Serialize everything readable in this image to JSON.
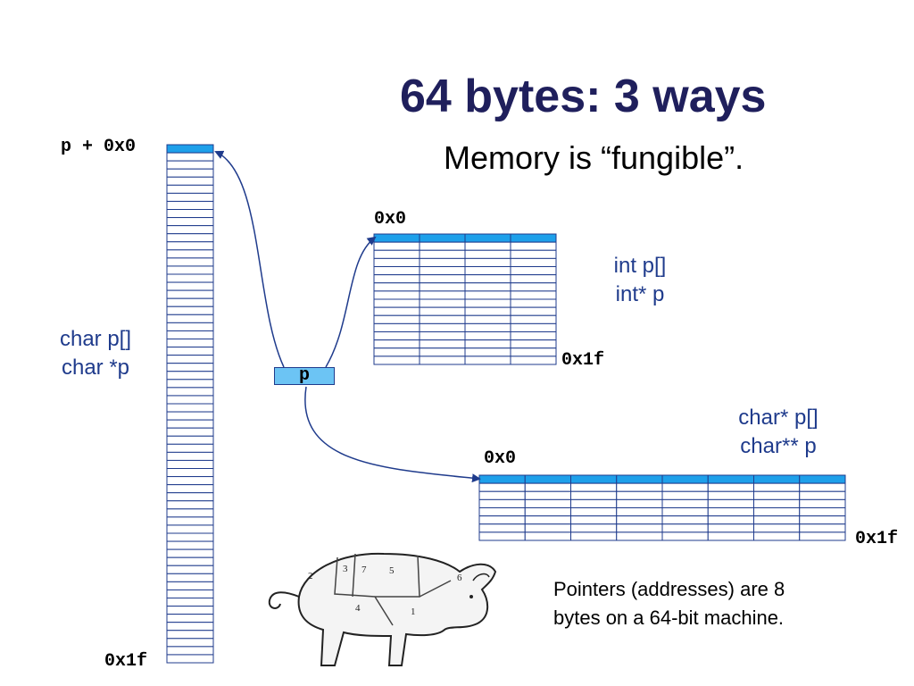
{
  "title": "64 bytes: 3 ways",
  "subtitle": "Memory is “fungible”.",
  "char_array": {
    "top_label": "p + 0x0",
    "bottom_label": "0x1f",
    "type_lines": [
      "char p[]",
      "char *p"
    ],
    "rows": 64
  },
  "int_array": {
    "top_label": "0x0",
    "bottom_label": "0x1f",
    "type_lines": [
      "int p[]",
      "int* p"
    ],
    "rows": 16,
    "cols": 4
  },
  "ptr_array": {
    "top_label": "0x0",
    "bottom_label": "0x1f",
    "type_lines": [
      "char* p[]",
      "char** p"
    ],
    "rows": 8,
    "cols": 8
  },
  "pointer_box": "p",
  "note": [
    "Pointers (addresses) are 8",
    "bytes on a 64-bit machine."
  ],
  "image": "pig-butcher-diagram",
  "colors": {
    "title": "#1f1f5c",
    "label": "#1f3b8c",
    "highlight": "#1ea0ea",
    "grid": "#1f3b8c"
  }
}
